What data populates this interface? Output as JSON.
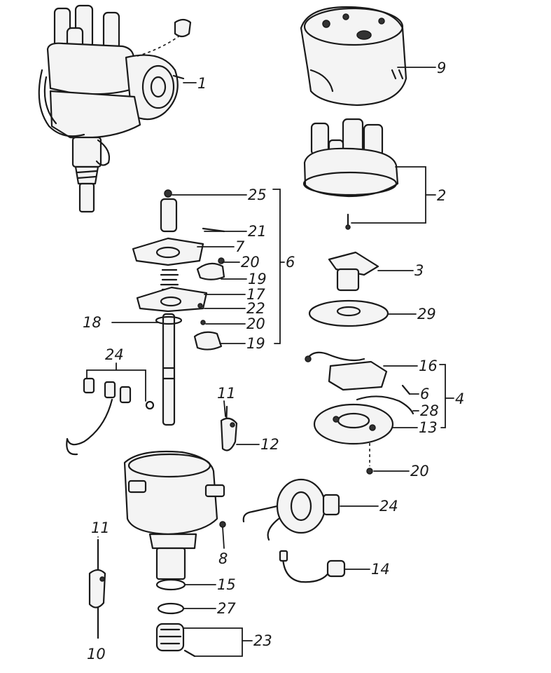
{
  "diagram": {
    "callouts": [
      {
        "id": "c1",
        "text": "1"
      },
      {
        "id": "c9",
        "text": "9"
      },
      {
        "id": "c2",
        "text": "2"
      },
      {
        "id": "c25",
        "text": "25"
      },
      {
        "id": "c21",
        "text": "21"
      },
      {
        "id": "c7",
        "text": "7"
      },
      {
        "id": "c20a",
        "text": "20"
      },
      {
        "id": "c6a",
        "text": "6"
      },
      {
        "id": "c19a",
        "text": "19"
      },
      {
        "id": "c17",
        "text": "17"
      },
      {
        "id": "c22",
        "text": "22"
      },
      {
        "id": "c20b",
        "text": "20"
      },
      {
        "id": "c19b",
        "text": "19"
      },
      {
        "id": "c18",
        "text": "18"
      },
      {
        "id": "c3",
        "text": "3"
      },
      {
        "id": "c29",
        "text": "29"
      },
      {
        "id": "c16",
        "text": "16"
      },
      {
        "id": "c6b",
        "text": "6"
      },
      {
        "id": "c4",
        "text": "4"
      },
      {
        "id": "c28",
        "text": "28"
      },
      {
        "id": "c13",
        "text": "13"
      },
      {
        "id": "c20c",
        "text": "20"
      },
      {
        "id": "c24a",
        "text": "24"
      },
      {
        "id": "c11a",
        "text": "11"
      },
      {
        "id": "c12",
        "text": "12"
      },
      {
        "id": "c24b",
        "text": "24"
      },
      {
        "id": "c8",
        "text": "8"
      },
      {
        "id": "c14",
        "text": "14"
      },
      {
        "id": "c11b",
        "text": "11"
      },
      {
        "id": "c15",
        "text": "15"
      },
      {
        "id": "c27",
        "text": "27"
      },
      {
        "id": "c23",
        "text": "23"
      },
      {
        "id": "c10",
        "text": "10"
      }
    ]
  }
}
